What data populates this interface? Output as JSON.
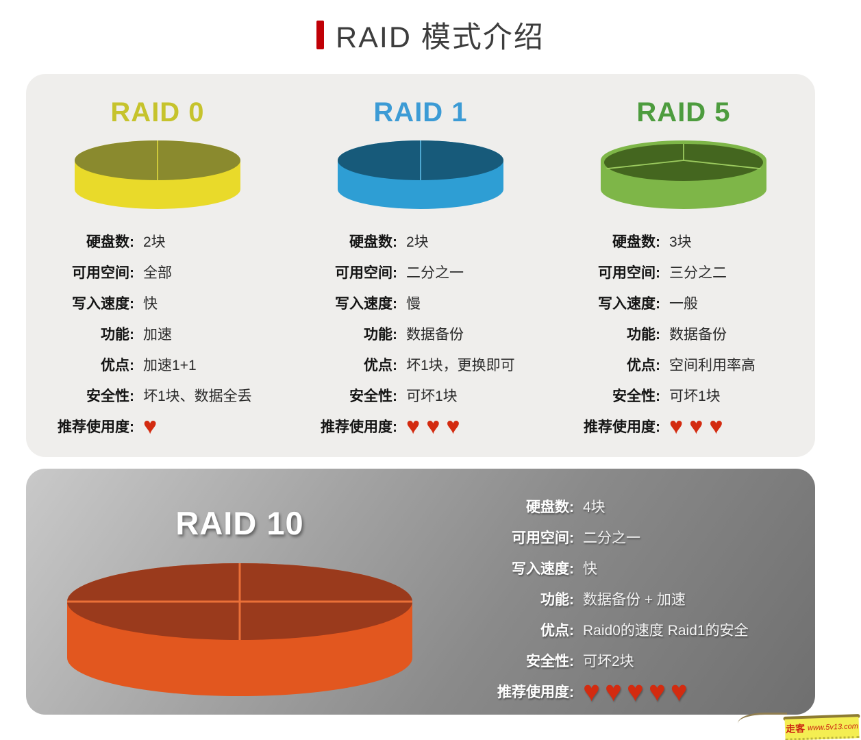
{
  "page_title": {
    "text": "RAID 模式介绍",
    "accent_color": "#c00006"
  },
  "spec_labels": {
    "disks": "硬盘数:",
    "space": "可用空间:",
    "speed": "写入速度:",
    "function": "功能:",
    "advantage": "优点:",
    "safety": "安全性:",
    "rating": "推荐使用度:"
  },
  "heart_color": "#d32b10",
  "raids": [
    {
      "name": "RAID 0",
      "title_color": "#c6c32c",
      "disk": {
        "segments": 2,
        "top_color": "#8a8a2e",
        "side_color": "#e9da2a",
        "line_color": "#d6d03c"
      },
      "disks": "2块",
      "space": "全部",
      "speed": "快",
      "function": "加速",
      "advantage": "加速1+1",
      "safety": "坏1块、数据全丢",
      "rating": 1
    },
    {
      "name": "RAID 1",
      "title_color": "#3c9bd5",
      "disk": {
        "segments": 2,
        "top_color": "#175a7a",
        "side_color": "#2e9ed4",
        "line_color": "#55b0da"
      },
      "disks": "2块",
      "space": "二分之一",
      "speed": "慢",
      "function": "数据备份",
      "advantage": "坏1块，更换即可",
      "safety": "可坏1块",
      "rating": 3
    },
    {
      "name": "RAID 5",
      "title_color": "#4d9c3e",
      "disk": {
        "segments": 3,
        "top_color": "#44661f",
        "side_color": "#7eb648",
        "line_color": "#9ccb5f"
      },
      "disks": "3块",
      "space": "三分之二",
      "speed": "一般",
      "function": "数据备份",
      "advantage": "空间利用率高",
      "safety": "可坏1块",
      "rating": 3
    },
    {
      "name": "RAID 10",
      "title_color": "#ffffff",
      "disk": {
        "segments": 4,
        "top_color": "#9a3a1c",
        "side_color": "#e2571f",
        "line_color": "#ea7038"
      },
      "disks": "4块",
      "space": "二分之一",
      "speed": "快",
      "function": "数据备份 + 加速",
      "advantage": "Raid0的速度 Raid1的安全",
      "safety": "可坏2块",
      "rating": 5
    }
  ],
  "watermark": {
    "name": "走客",
    "url": "www.5v13.com"
  }
}
